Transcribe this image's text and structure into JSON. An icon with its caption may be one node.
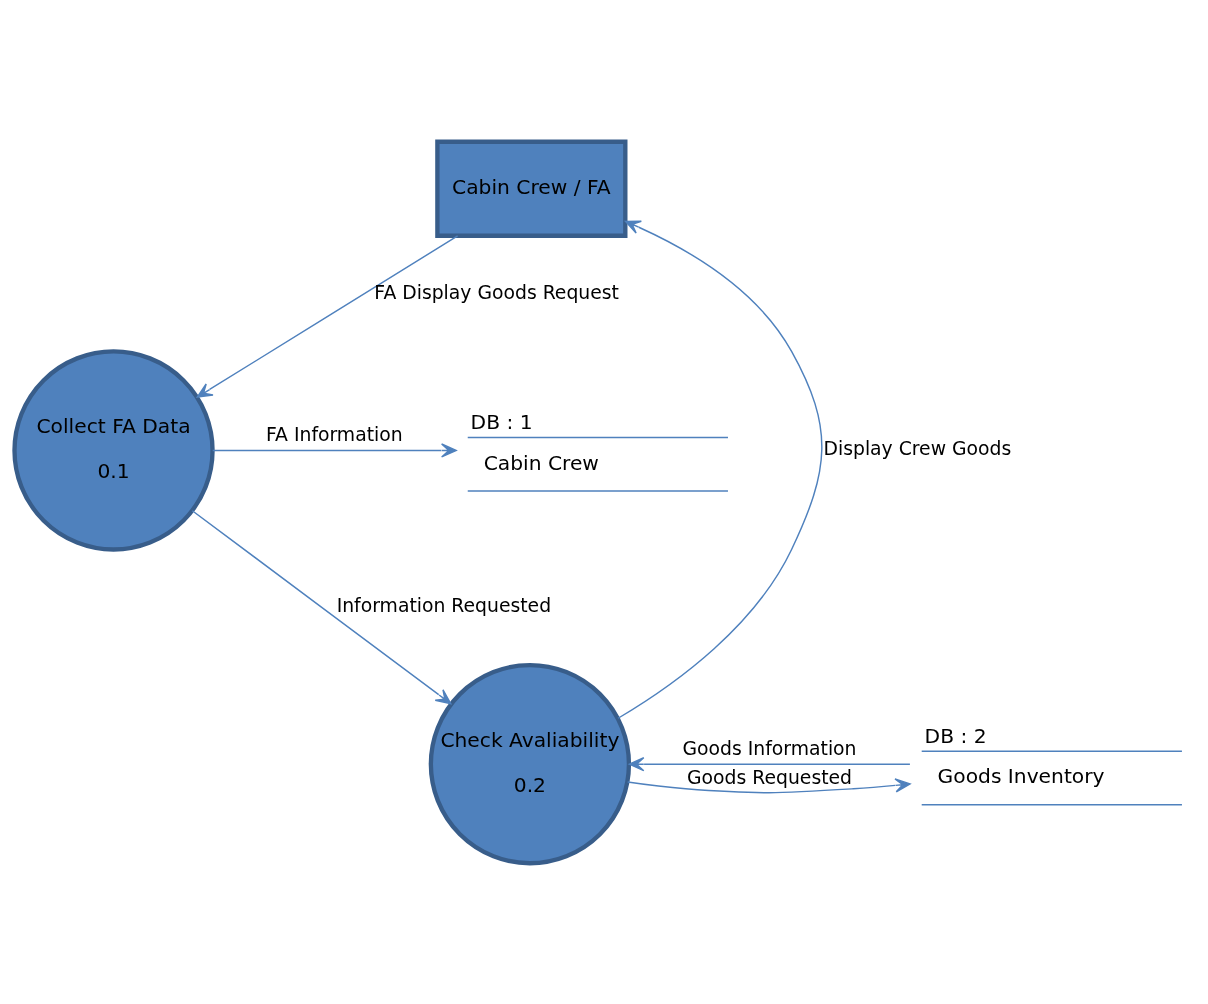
{
  "diagram": {
    "nodes": [
      {
        "text": [
          "Cabin Crew / FA"
        ]
      },
      {
        "text": [
          "Collect FA Data",
          "0.1"
        ]
      },
      {
        "text": [
          "Check Avaliability",
          "0.2"
        ]
      },
      {
        "text": [
          "DB : 1",
          "Cabin Crew"
        ]
      },
      {
        "text": [
          "DB : 2",
          "Goods Inventory"
        ]
      }
    ],
    "edges": [
      {
        "from": 0,
        "to": 1,
        "arrow": "to",
        "label": "FA Display Goods Request"
      },
      {
        "from": 1,
        "to": 3,
        "arrow": "to",
        "label": "FA Information"
      },
      {
        "from": 1,
        "to": 2,
        "arrow": "to",
        "label": "Information Requested"
      },
      {
        "from": 2,
        "to": 0,
        "arrow": "to",
        "label": "Display Crew Goods"
      },
      {
        "from": 4,
        "to": 2,
        "arrow": "to",
        "label": "Goods Information"
      },
      {
        "from": 2,
        "to": 4,
        "arrow": "to",
        "label": "Goods Requested"
      }
    ]
  }
}
